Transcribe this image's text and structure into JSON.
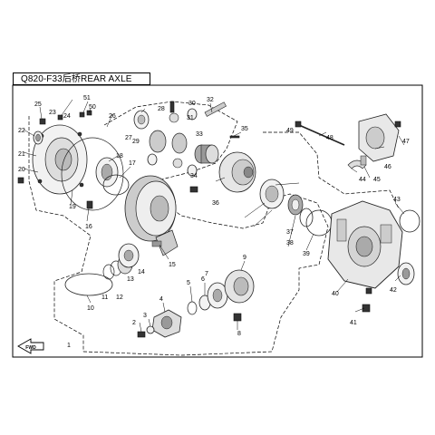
{
  "title": "Q820-F33后桥REAR  AXLE",
  "fwd_label": "FWD",
  "callouts": [
    "1",
    "2",
    "3",
    "4",
    "5",
    "6",
    "7",
    "8",
    "9",
    "10",
    "11",
    "12",
    "13",
    "14",
    "15",
    "16",
    "17",
    "18",
    "19",
    "20",
    "21",
    "22",
    "23",
    "24",
    "25",
    "26",
    "27",
    "28",
    "29",
    "30",
    "31",
    "32",
    "33",
    "34",
    "35",
    "36",
    "37",
    "38",
    "39",
    "40",
    "41",
    "42",
    "43",
    "44",
    "45",
    "46",
    "47",
    "48",
    "49",
    "50",
    "51"
  ]
}
